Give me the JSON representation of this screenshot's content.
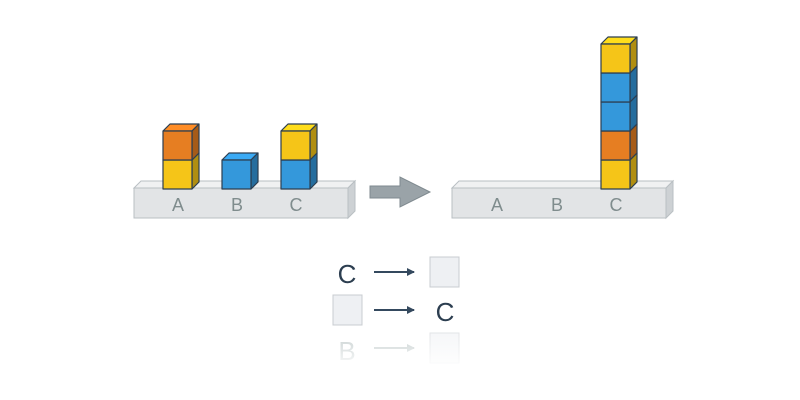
{
  "colors": {
    "yellow": "#f5c518",
    "orange": "#e67e22",
    "blue": "#3498db",
    "platform": "#e2e4e6",
    "arrow": "#9aa3a8",
    "text_dark": "#2c3e50",
    "label_gray": "#7f8c8d"
  },
  "before": {
    "platform_labels": [
      "A",
      "B",
      "C"
    ],
    "stacks": [
      {
        "label": "A",
        "blocks": [
          "yellow",
          "orange"
        ]
      },
      {
        "label": "B",
        "blocks": [
          "blue"
        ]
      },
      {
        "label": "C",
        "blocks": [
          "blue",
          "yellow"
        ]
      }
    ]
  },
  "after": {
    "platform_labels": [
      "A",
      "B",
      "C"
    ],
    "stacks": [
      {
        "label": "A",
        "blocks": []
      },
      {
        "label": "B",
        "blocks": []
      },
      {
        "label": "C",
        "blocks": [
          "yellow",
          "orange",
          "blue",
          "blue",
          "yellow"
        ]
      }
    ]
  },
  "moves": [
    {
      "from": "C",
      "to": ""
    },
    {
      "from": "",
      "to": "C"
    },
    {
      "from": "B",
      "to": ""
    }
  ],
  "icons": {
    "transition": "right-arrow-icon",
    "move": "small-arrow-icon",
    "empty_slot": "empty-slot-icon"
  }
}
